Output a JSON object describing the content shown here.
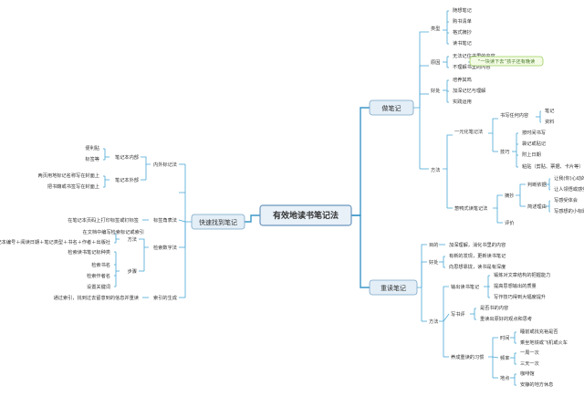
{
  "root": "有效地读书笔记法",
  "branches": {
    "zuo": {
      "label": "做笔记",
      "leixing": {
        "label": "类型",
        "items": [
          "随想笔记",
          "购书清单",
          "格式摘抄",
          "读书笔记"
        ]
      },
      "yuanyin": {
        "label": "原因",
        "items": [
          "无法记住书里的内容",
          "不理解书里的内容"
        ],
        "note": "“一块读下去”孩子还有晚读"
      },
      "haochu": {
        "label": "好处",
        "items": [
          "培养其鸣",
          "加深记忆与理解",
          "实践运用"
        ]
      },
      "fangfa": {
        "label": "方法",
        "yiyuan": {
          "label": "一元化笔记法",
          "shuxie": {
            "label": "书写任何内容",
            "items": [
              "笔记",
              "资料"
            ]
          },
          "jiqiao": {
            "label": "技巧",
            "items": [
              "按时间书写",
              "袋记或贴记",
              "附上日期",
              "粘贴（剪贴、票据、卡片等）"
            ]
          }
        },
        "dele": {
          "label": "葱鸭式读笔记法",
          "tiezhi": {
            "label": "摘抄",
            "pdzh": {
              "label": "判断依据",
              "items": [
                "让我(你)心动的语句",
                "让人领悟或感受到震撼的语句"
              ]
            },
            "xietz": {
              "label": "简述理由",
              "items": [
                "写感受体会",
                "写感想的小标题"
              ]
            }
          },
          "pingjia": "评价"
        }
      }
    },
    "chong": {
      "label": "重读笔记",
      "mudi": {
        "label": "目的",
        "items": [
          "加深理解，消化书里的内容"
        ]
      },
      "haochu": {
        "label": "好处",
        "items": [
          "有新的发现，更新读书笔记",
          "向思想靠拢，读书是有深度"
        ]
      },
      "fangfa": {
        "label": "方法",
        "shuchu": {
          "label": "输出读书笔记",
          "items": [
            "锻炼对文章结构的把握能力",
            "提高思想输出的质量",
            "写作技巧得到大幅度提升"
          ]
        },
        "pingjia": {
          "label": "写书评",
          "items": [
            "是否书的内容",
            "重读出原好的观点和思考"
          ]
        },
        "xiguan": {
          "label": "养成重读的习惯",
          "shijian": {
            "label": "时间",
            "items": [
              "睡前或找充裕是否",
              "乘坐地铁或飞机或火车"
            ]
          },
          "pinlv": {
            "label": "频率",
            "items": [
              "一周一次",
              "三天一次"
            ]
          },
          "didian": {
            "label": "地点",
            "items": [
              "咖啡馆",
              "安静的地方休息"
            ]
          }
        }
      }
    },
    "kuai": {
      "label": "快速找到笔记",
      "neiwai": {
        "label": "内外标记法",
        "neibu": {
          "label": "笔记本内部",
          "items": [
            "便利贴",
            "标签等"
          ]
        },
        "waibu": {
          "label": "笔记本外部",
          "items": [
            "两页用地标记名称写在封面上",
            "把书籍或书签写在封面上"
          ]
        }
      },
      "biaoqian": {
        "label": "标签角表法",
        "items": [
          "在笔记本页码上打印标签或钉标签"
        ]
      },
      "jiansuo": {
        "label": "检索数字法",
        "fangfa": {
          "label": "方法",
          "items": [
            "笔记本编号＋阅读日期＋笔记类型＋书名＋作者＋出版社",
            "在文档中编写检索标记或索引"
          ]
        },
        "buzhou": {
          "label": "步骤",
          "items": [
            "检索读书笔记标种类",
            "检索书名",
            "检索作者名",
            "设置关键词"
          ]
        }
      },
      "suoyin": {
        "label": "索引的生成",
        "items": [
          "通过索引，找到过去留意到的信息并重读"
        ]
      }
    }
  }
}
